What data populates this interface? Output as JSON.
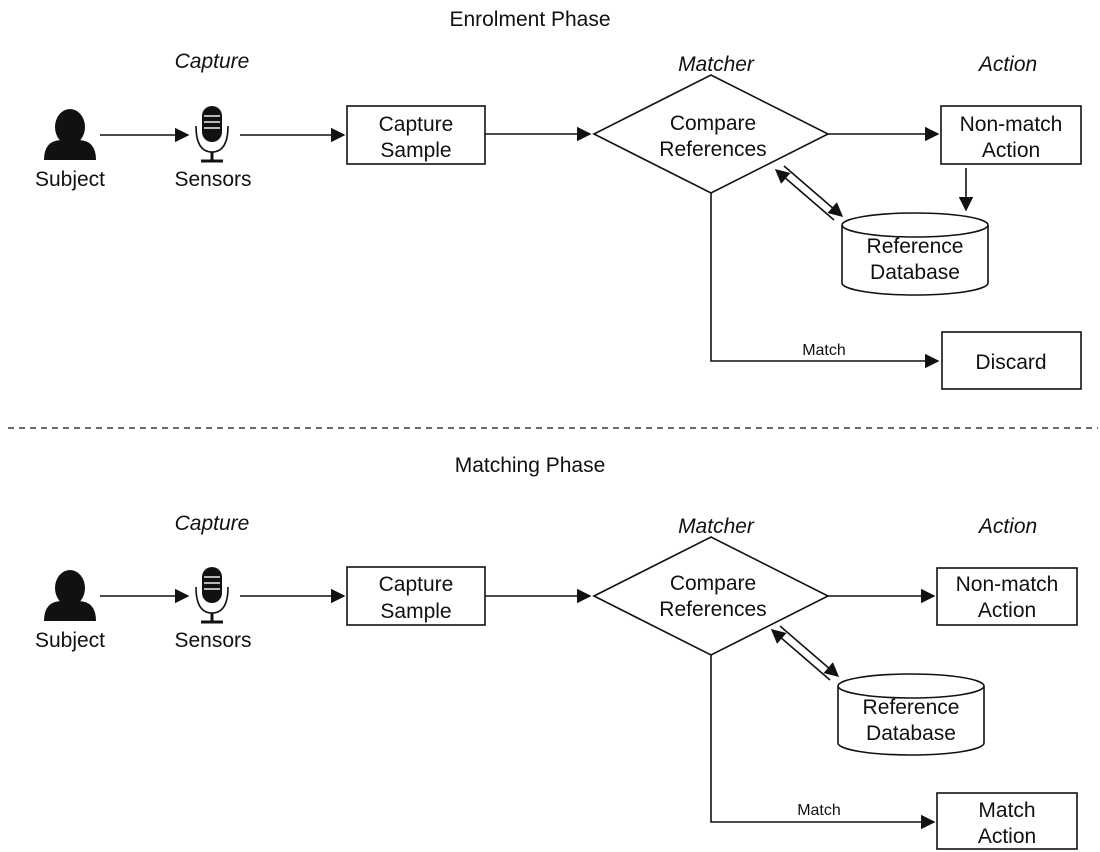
{
  "enrolment": {
    "title": "Enrolment Phase",
    "col_capture": "Capture",
    "col_matcher": "Matcher",
    "col_action": "Action",
    "subject": "Subject",
    "sensors": "Sensors",
    "capture_sample": [
      "Capture",
      "Sample"
    ],
    "compare": [
      "Compare",
      "References"
    ],
    "nonmatch": [
      "Non-match",
      "Action"
    ],
    "database": [
      "Reference",
      "Database"
    ],
    "match_label": "Match",
    "match_action": [
      "Discard"
    ]
  },
  "matching": {
    "title": "Matching Phase",
    "col_capture": "Capture",
    "col_matcher": "Matcher",
    "col_action": "Action",
    "subject": "Subject",
    "sensors": "Sensors",
    "capture_sample": [
      "Capture",
      "Sample"
    ],
    "compare": [
      "Compare",
      "References"
    ],
    "nonmatch": [
      "Non-match",
      "Action"
    ],
    "database": [
      "Reference",
      "Database"
    ],
    "match_label": "Match",
    "match_action": [
      "Match",
      "Action"
    ]
  },
  "icons": {
    "subject": "person-icon",
    "sensors": "microphone-icon"
  }
}
